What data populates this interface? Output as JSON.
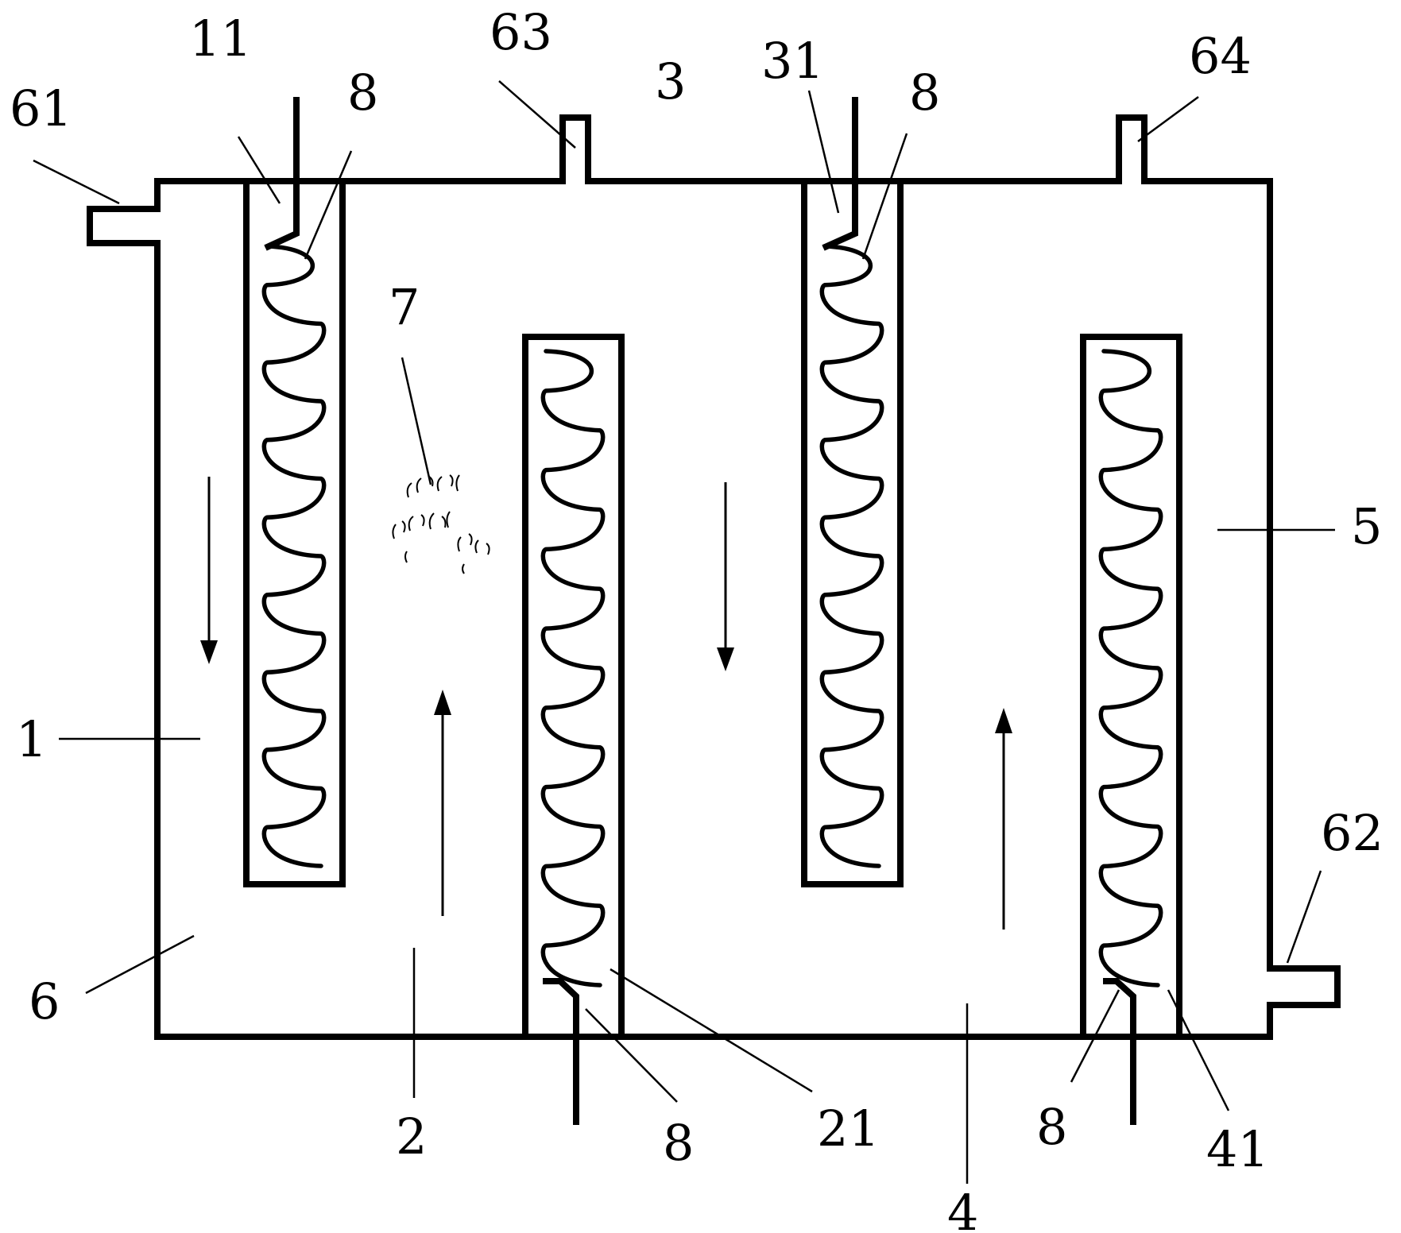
{
  "labels": {
    "tank_inlet_61": "61",
    "tank_outlet_62": "62",
    "vent_63": "63",
    "vent_64": "64",
    "cell_1": "1",
    "cell_2": "2",
    "cell_3": "3",
    "cell_4": "4",
    "cell_5": "5",
    "corner_6": "6",
    "particles_7": "7",
    "electrode_11": "11",
    "electrode_21": "21",
    "electrode_31": "31",
    "electrode_41": "41",
    "coil_8a": "8",
    "coil_8b": "8",
    "coil_8c": "8",
    "coil_8d": "8"
  },
  "flow_directions": {
    "channel_1": "down",
    "channel_2": "up",
    "channel_3": "down",
    "channel_4": "up"
  }
}
